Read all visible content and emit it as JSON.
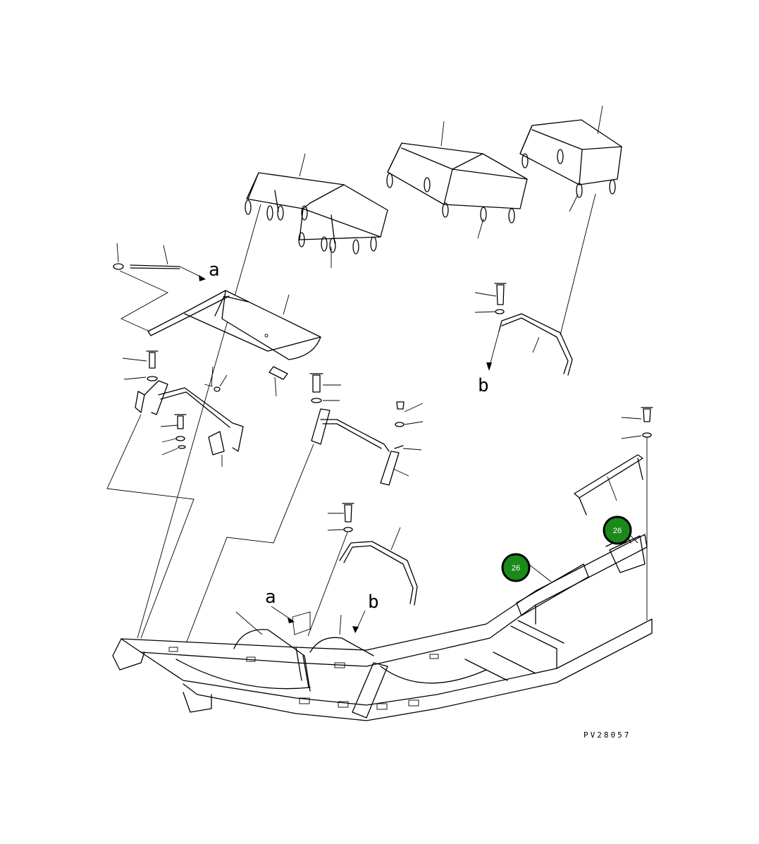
{
  "diagram": {
    "reference_letters": {
      "a": "a",
      "b": "b"
    },
    "drawing_code": "PV28057",
    "callouts": [
      {
        "label": "26"
      },
      {
        "label": "26"
      }
    ],
    "colors": {
      "callout_fill": "#1b8a1b",
      "callout_border": "#000000",
      "line": "#000000",
      "background": "#ffffff"
    }
  }
}
